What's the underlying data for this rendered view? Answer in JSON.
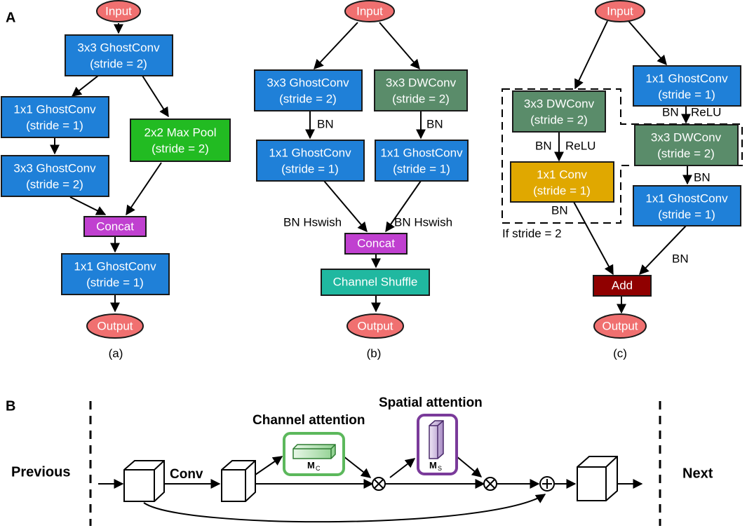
{
  "panel_labels": {
    "a": "A",
    "b": "B"
  },
  "colors": {
    "input_output": "#f07070",
    "ghostconv": "#1f80d8",
    "dwconv": "#5a8c6a",
    "maxpool": "#22bb22",
    "concat": "#c040d0",
    "shuffle": "#20b8a0",
    "conv": "#e0a800",
    "add": "#900000",
    "channel_attention": "#5cb85c",
    "spatial_attention": "#7a3a9a"
  },
  "sub_a": {
    "caption": "(a)",
    "input": "Input",
    "n1": [
      "3x3 GhostConv",
      "(stride = 2)"
    ],
    "n2": [
      "1x1 GhostConv",
      "(stride = 1)"
    ],
    "n3": [
      "3x3 GhostConv",
      "(stride = 2)"
    ],
    "n4": [
      "2x2 Max Pool",
      "(stride = 2)"
    ],
    "concat": "Concat",
    "n5": [
      "1x1 GhostConv",
      "(stride = 1)"
    ],
    "output": "Output"
  },
  "sub_b": {
    "caption": "(b)",
    "input": "Input",
    "n1": [
      "3x3 GhostConv",
      "(stride = 2)"
    ],
    "n2": [
      "3x3 DWConv",
      "(stride = 2)"
    ],
    "n3": [
      "1x1 GhostConv",
      "(stride = 1)"
    ],
    "n4": [
      "1x1 GhostConv",
      "(stride = 1)"
    ],
    "bn_left": "BN",
    "bn_right": "BN",
    "bn_hswish_left": "BN Hswish",
    "bn_hswish_right": "BN Hswish",
    "concat": "Concat",
    "shuffle": "Channel Shuffle",
    "output": "Output"
  },
  "sub_c": {
    "caption": "(c)",
    "input": "Input",
    "n1": [
      "3x3 DWConv",
      "(stride = 2)"
    ],
    "n2": [
      "1x1 Conv",
      "(stride = 1)"
    ],
    "n3": [
      "1x1 GhostConv",
      "(stride = 1)"
    ],
    "n4": [
      "3x3 DWConv",
      "(stride = 2)"
    ],
    "n5": [
      "1x1 GhostConv",
      "(stride = 1)"
    ],
    "bn_relu_left": "BN",
    "relu_left": "ReLU",
    "bn_relu_right": "BN",
    "relu_right": "ReLU",
    "bn_mid": "BN",
    "bn_left_out": "BN",
    "bn_right_out": "BN",
    "if_stride": "If stride = 2",
    "add": "Add",
    "output": "Output"
  },
  "cbam": {
    "previous": "Previous",
    "conv": "Conv",
    "channel_attention": "Channel attention",
    "spatial_attention": "Spatial attention",
    "mc_main": "M",
    "mc_sub": "C",
    "ms_main": "M",
    "ms_sub": "S",
    "next": "Next",
    "multiply_icon": "multiply-icon",
    "add_icon": "plus-circle-icon"
  }
}
